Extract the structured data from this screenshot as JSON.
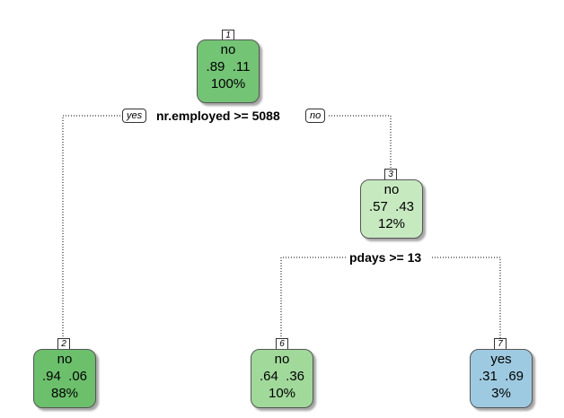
{
  "tree": {
    "root": {
      "id": "1",
      "class": "no",
      "probs": ".89  .11",
      "pct": "100%",
      "color": "#74c476"
    },
    "split_root": {
      "label": "nr.employed >= 5088",
      "yes_label": "yes",
      "no_label": "no"
    },
    "node3": {
      "id": "3",
      "class": "no",
      "probs": ".57  .43",
      "pct": "12%",
      "color": "#c7e9c0"
    },
    "split_node3": {
      "label": "pdays >= 13"
    },
    "node2": {
      "id": "2",
      "class": "no",
      "probs": ".94  .06",
      "pct": "88%",
      "color": "#6cc06c"
    },
    "node6": {
      "id": "6",
      "class": "no",
      "probs": ".64  .36",
      "pct": "10%",
      "color": "#a1d99b"
    },
    "node7": {
      "id": "7",
      "class": "yes",
      "probs": ".31  .69",
      "pct": "3%",
      "color": "#9ecae1"
    }
  }
}
